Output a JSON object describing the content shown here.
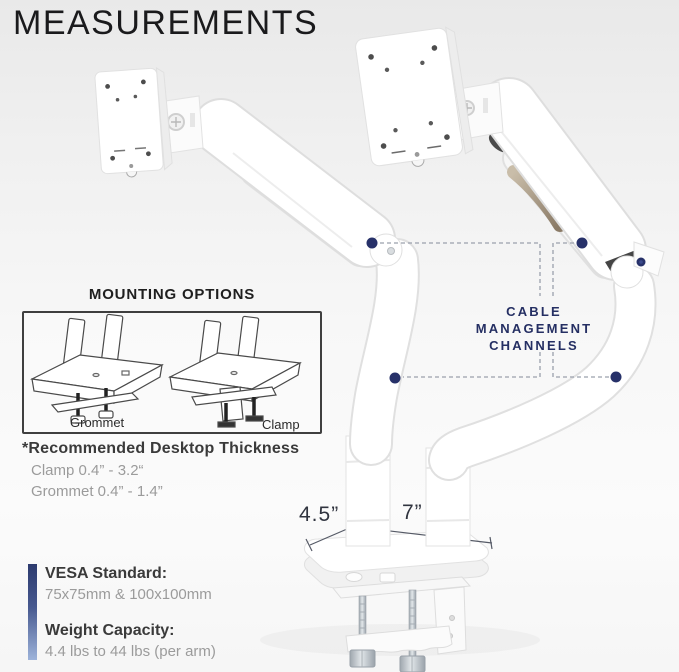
{
  "page": {
    "title": "MEASUREMENTS"
  },
  "mounting_options": {
    "title": "MOUNTING OPTIONS",
    "grommet_label": "Grommet",
    "clamp_label": "Clamp"
  },
  "desktop_thickness": {
    "heading": "*Recommended Desktop Thickness",
    "clamp_range": "Clamp 0.4” - 3.2“",
    "grommet_range": "Grommet 0.4” - 1.4”"
  },
  "cable_callout": {
    "line1": "CABLE MANAGEMENT",
    "line2": "CHANNELS"
  },
  "base_dimensions": {
    "depth": "4.5”",
    "width": "7”"
  },
  "specs": {
    "vesa": {
      "heading": "VESA Standard:",
      "value": "75x75mm & 100x100mm"
    },
    "weight": {
      "heading": "Weight Capacity:",
      "value": "4.4 lbs to 44 lbs (per arm)"
    }
  },
  "colors": {
    "accent_navy": "#273169",
    "bar_gradient_top": "#2c3a6e",
    "bar_gradient_bottom": "#9db3da",
    "heading_text": "#3a3a3a",
    "muted_text": "#9b9b9b"
  }
}
